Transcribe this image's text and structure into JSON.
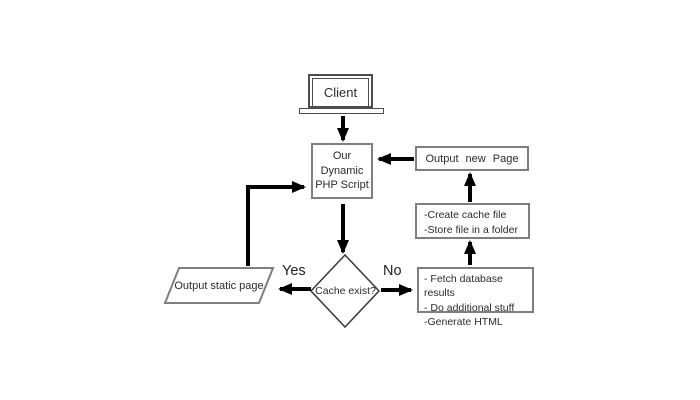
{
  "diagram": {
    "title_implicit": "PHP cache flowchart",
    "colors": {
      "background": "#ffffff",
      "arrow": "#000000",
      "box_border": "#7f7f7f",
      "device_border": "#4d4d4d",
      "diamond_border": "#383838",
      "text": "#2b2b2b"
    },
    "nodes": {
      "client": {
        "label": "Client"
      },
      "php_script": {
        "lines": [
          "Our",
          "Dynamic",
          "PHP Script"
        ]
      },
      "decision": {
        "label": "Cache exist?"
      },
      "output_static": {
        "label": "Output static page"
      },
      "fetch": {
        "lines": [
          "- Fetch database results",
          "- Do additional stuff",
          "-Generate HTML"
        ]
      },
      "create_cache": {
        "lines": [
          "-Create cache file",
          "-Store file in a folder"
        ]
      },
      "output_new": {
        "label": "Output new Page"
      }
    },
    "edges": {
      "yes_label": "Yes",
      "no_label": "No"
    }
  }
}
